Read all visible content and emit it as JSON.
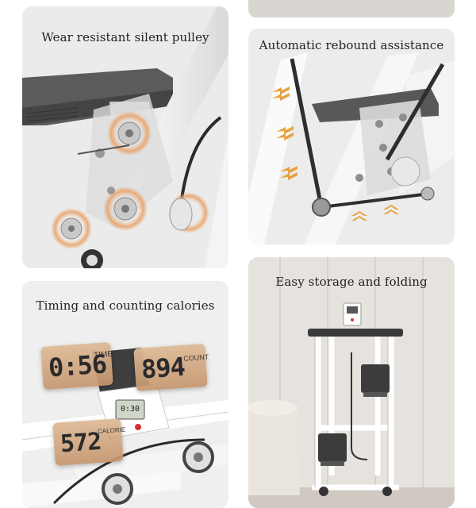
{
  "panels": {
    "pulley": {
      "caption": "Wear resistant silent pulley"
    },
    "rebound": {
      "caption": "Automatic rebound assistance"
    },
    "timing": {
      "caption": "Timing and counting calories",
      "time": {
        "value": "0:56",
        "unit": "TIME"
      },
      "count": {
        "value": "894",
        "unit": "COUNT"
      },
      "calorie": {
        "value": "572",
        "unit": "CALORIE"
      },
      "console_readout": "0:30"
    },
    "storage": {
      "caption": "Easy storage and folding"
    }
  },
  "colors": {
    "frame": "#ffffff",
    "metal_dark": "#555555",
    "accent_orange": "#e8a36a",
    "lcd_tint": "#d9ad84"
  }
}
